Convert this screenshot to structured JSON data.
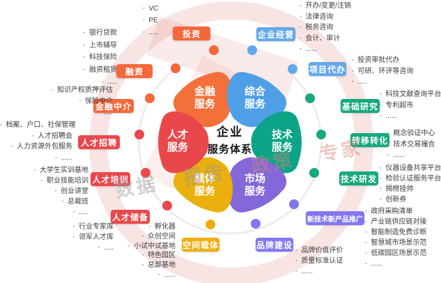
{
  "center": {
    "line1": "企业",
    "line2": "服务体系"
  },
  "wheel": [
    {
      "line1": "金融",
      "line2": "服务",
      "color": "#f3703b"
    },
    {
      "line1": "综合",
      "line2": "服务",
      "color": "#4f9fe6"
    },
    {
      "line1": "技术",
      "line2": "服务",
      "color": "#0ba487"
    },
    {
      "line1": "市场",
      "line2": "服务",
      "color": "#8468d9"
    },
    {
      "line1": "载体",
      "line2": "服务",
      "color": "#e9b00e"
    },
    {
      "line1": "人才",
      "line2": "服务",
      "color": "#e9484b"
    }
  ],
  "categories": [
    {
      "label": "投资",
      "color": "#f4683c",
      "items": [
        "VC",
        "PE",
        "....."
      ]
    },
    {
      "label": "融资",
      "color": "#f4683c",
      "items": [
        "银行贷款",
        "上市辅导",
        "科技保险",
        "融资租赁",
        "....."
      ]
    },
    {
      "label": "金融中介",
      "color": "#f4683c",
      "items": [
        "知识产权质押评估",
        "保险中介",
        "....."
      ]
    },
    {
      "label": "人才招聘",
      "color": "#e8494d",
      "items": [
        "档案、户口、社保管理",
        "人才招聘会",
        "人力资源外包服务",
        "......"
      ]
    },
    {
      "label": "人才培训",
      "color": "#e8494d",
      "items": [
        "大学生实训基地",
        "职业技能培训",
        "创业讲堂",
        "总裁班",
        "....."
      ]
    },
    {
      "label": "人才储备",
      "color": "#e8494d",
      "items": [
        "行业专家库",
        "领军人才库",
        "....."
      ]
    },
    {
      "label": "空间载体",
      "color": "#f0ae0d",
      "items": [
        "孵化器",
        "众创空间",
        "小试中试基地",
        "特色园区",
        "总部基地",
        "......"
      ]
    },
    {
      "label": "品牌建设",
      "color": "#8277f0",
      "items": [
        "品牌价值评价",
        "质量标准认证",
        "......"
      ]
    },
    {
      "label": "新技术新产品推广",
      "color": "#8277f0",
      "items": [
        "政府采购清单",
        "产业链供应链对接",
        "智能制造免费诊断",
        "智慧城市场景示范",
        "低碳园区场景示范",
        "......"
      ]
    },
    {
      "label": "技术研发",
      "color": "#16a87e",
      "items": [
        "仪器设备共享平台",
        "检验认证服务平台",
        "揭榜挂帅",
        "创新券",
        "......."
      ]
    },
    {
      "label": "转移转化",
      "color": "#16a87e",
      "items": [
        "概念验证中心",
        "技术交易撮合",
        "......"
      ]
    },
    {
      "label": "基础研究",
      "color": "#16a87e",
      "items": [
        "科技文献查询平台",
        "专利超市",
        "......"
      ]
    },
    {
      "label": "项目代办",
      "color": "#64a8ea",
      "items": [
        "投资审批代办",
        "可研、环评等咨询",
        "....."
      ]
    },
    {
      "label": "企业经营",
      "color": "#64a8ea",
      "items": [
        "开办/变更/注销",
        "法律咨询",
        "税务咨询",
        "会计、审计",
        "......"
      ]
    }
  ],
  "watermark": {
    "word1": "数据",
    "word2": "报告",
    "word3": "政策",
    "word4": "专家"
  }
}
